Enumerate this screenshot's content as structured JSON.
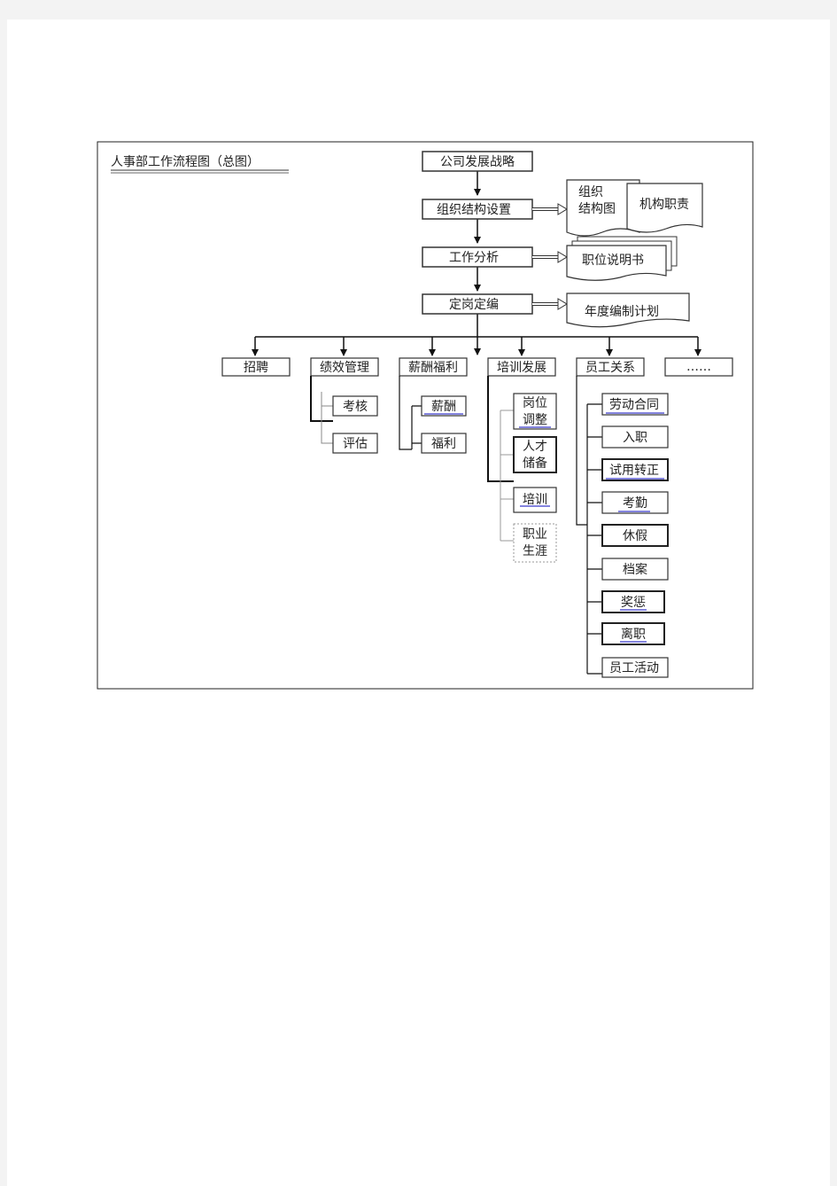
{
  "title": "人事部工作流程图（总图）",
  "flow": {
    "strategy": "公司发展战略",
    "org_setup": "组织结构设置",
    "org_chart_line1": "组织",
    "org_chart_line2": "结构图",
    "org_duty": "机构职责",
    "job_analysis": "工作分析",
    "job_desc": "职位说明书",
    "staffing": "定岗定编",
    "annual_plan": "年度编制计划"
  },
  "modules": {
    "recruit": "招聘",
    "performance": "绩效管理",
    "salary": "薪酬福利",
    "training": "培训发展",
    "relations": "员工关系",
    "more": "……"
  },
  "performance_items": {
    "assess": "考核",
    "evaluate": "评估"
  },
  "salary_items": {
    "pay": "薪酬",
    "benefit": "福利"
  },
  "training_items": {
    "post_adjust_line1": "岗位",
    "post_adjust_line2": "调整",
    "talent_line1": "人才",
    "talent_line2": "储备",
    "train": "培训",
    "career_line1": "职业",
    "career_line2": "生涯"
  },
  "relations_items": {
    "contract": "劳动合同",
    "onboard": "入职",
    "probation": "试用转正",
    "attendance": "考勤",
    "leave": "休假",
    "archive": "档案",
    "reward": "奖惩",
    "resign": "离职",
    "activity": "员工活动"
  },
  "colors": {
    "link_underline": "#3a3acb",
    "line": "#1a1a1a",
    "box_border": "#333333"
  }
}
